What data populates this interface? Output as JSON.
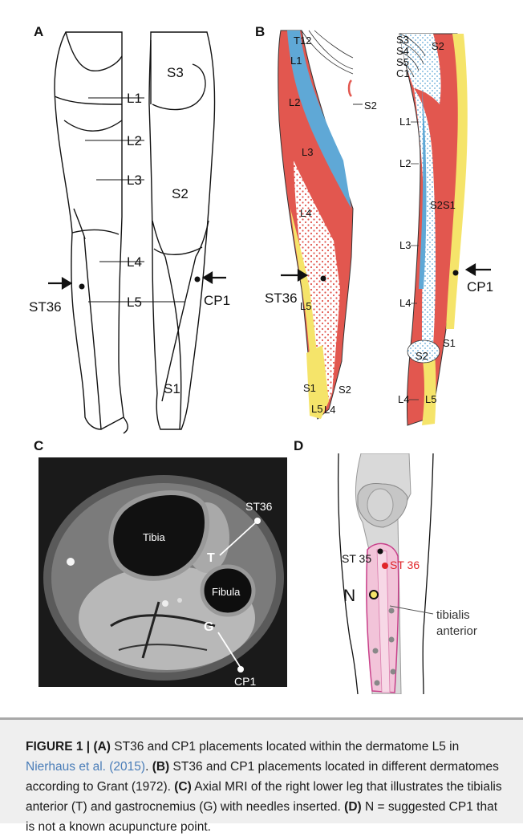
{
  "panels": {
    "a": {
      "label": "A",
      "left_dermatomes": [
        "L1",
        "L2",
        "L3",
        "L4",
        "L5"
      ],
      "right_dermatomes": [
        "S3",
        "S2",
        "S1"
      ],
      "points": [
        "ST36",
        "CP1"
      ]
    },
    "b": {
      "label": "B",
      "left_labels": [
        "T12",
        "L1",
        "L2",
        "L3",
        "L4",
        "L5",
        "S1",
        "S2",
        "L5",
        "L4"
      ],
      "left_s2": "S2",
      "right_labels": [
        "S3",
        "S4",
        "S5",
        "C1",
        "S2",
        "L1",
        "L2",
        "S2",
        "S1",
        "L3",
        "L4",
        "S2",
        "S1",
        "L4",
        "L5"
      ],
      "points": [
        "ST36",
        "CP1"
      ]
    },
    "c": {
      "label": "C",
      "labels": {
        "tibia": "Tibia",
        "fibula": "Fibula",
        "t": "T",
        "g": "G",
        "st36": "ST36",
        "cp1": "CP1"
      }
    },
    "d": {
      "label": "D",
      "labels": {
        "st35": "ST 35",
        "st36": "ST 36",
        "n": "N",
        "tibialis1": "tibialis",
        "tibialis2": "anterior"
      }
    }
  },
  "caption": {
    "figure": "FIGURE 1 |",
    "a_label": "(A)",
    "a_text": " ST36 and CP1 placements located within the dermatome L5 in ",
    "a_ref": "Nierhaus et al. (2015)",
    "a_end": ".",
    "b_label": "(B)",
    "b_text": " ST36 and CP1 placements located in different dermatomes according to Grant (1972).",
    "c_label": "(C)",
    "c_text": " Axial MRI of the right lower leg that illustrates the tibialis anterior (T) and gastrocnemius (G) with needles inserted.",
    "d_label": "(D)",
    "d_text": " N = suggested CP1 that is not a known acupuncture point."
  },
  "colors": {
    "blue": "#5fa8d6",
    "yellow": "#f5e46a",
    "red": "#e2574f",
    "pink": "#f2c4d9",
    "magenta": "#c8408a",
    "st36red": "#e0262a"
  }
}
